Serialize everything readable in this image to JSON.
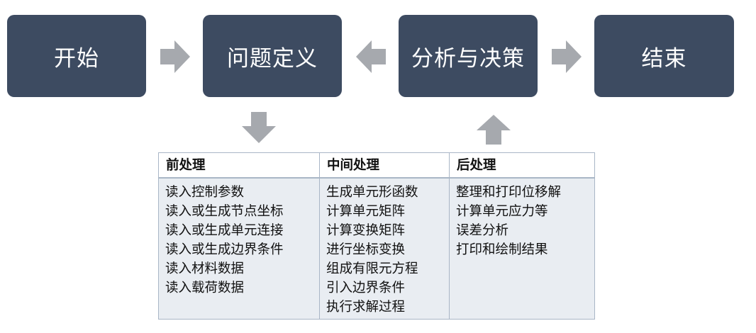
{
  "flow": {
    "start": "开始",
    "define": "问题定义",
    "analyze": "分析与决策",
    "end": "结束"
  },
  "table": {
    "columns": [
      {
        "header": "前处理",
        "items": [
          "读入控制参数",
          "读入或生成节点坐标",
          "读入或生成单元连接",
          "读入或生成边界条件",
          "读入材料数据",
          "读入载荷数据"
        ]
      },
      {
        "header": "中间处理",
        "items": [
          "生成单元形函数",
          "计算单元矩阵",
          "计算变换矩阵",
          "进行坐标变换",
          "组成有限元方程",
          "引入边界条件",
          "执行求解过程"
        ]
      },
      {
        "header": "后处理",
        "items": [
          "整理和打印位移解",
          "计算单元应力等",
          "误差分析",
          "打印和绘制结果"
        ]
      }
    ]
  },
  "colors": {
    "box": "#3d4b61",
    "arrow": "#a6a9ae",
    "table_border": "#a9b6c6",
    "table_body": "#e9edf2"
  }
}
